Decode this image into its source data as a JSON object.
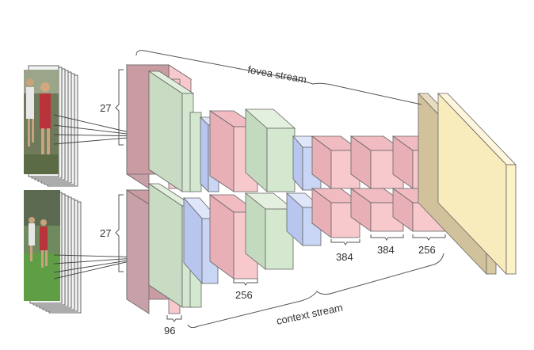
{
  "diagram": {
    "labels": {
      "fovea_stream": "fovea stream",
      "context_stream": "context stream",
      "dim_top": "27",
      "dim_bottom": "27",
      "filters_96": "96",
      "filters_256": "256",
      "filters_384a": "384",
      "filters_384b": "384",
      "filters_256b": "256"
    },
    "colors": {
      "conv": "#f7c9cc",
      "norm": "#d4e8cf",
      "pool": "#c9d5f5",
      "fc": "#d9c9a3",
      "fc2": "#fdf1c6",
      "edge": "#555555"
    }
  }
}
